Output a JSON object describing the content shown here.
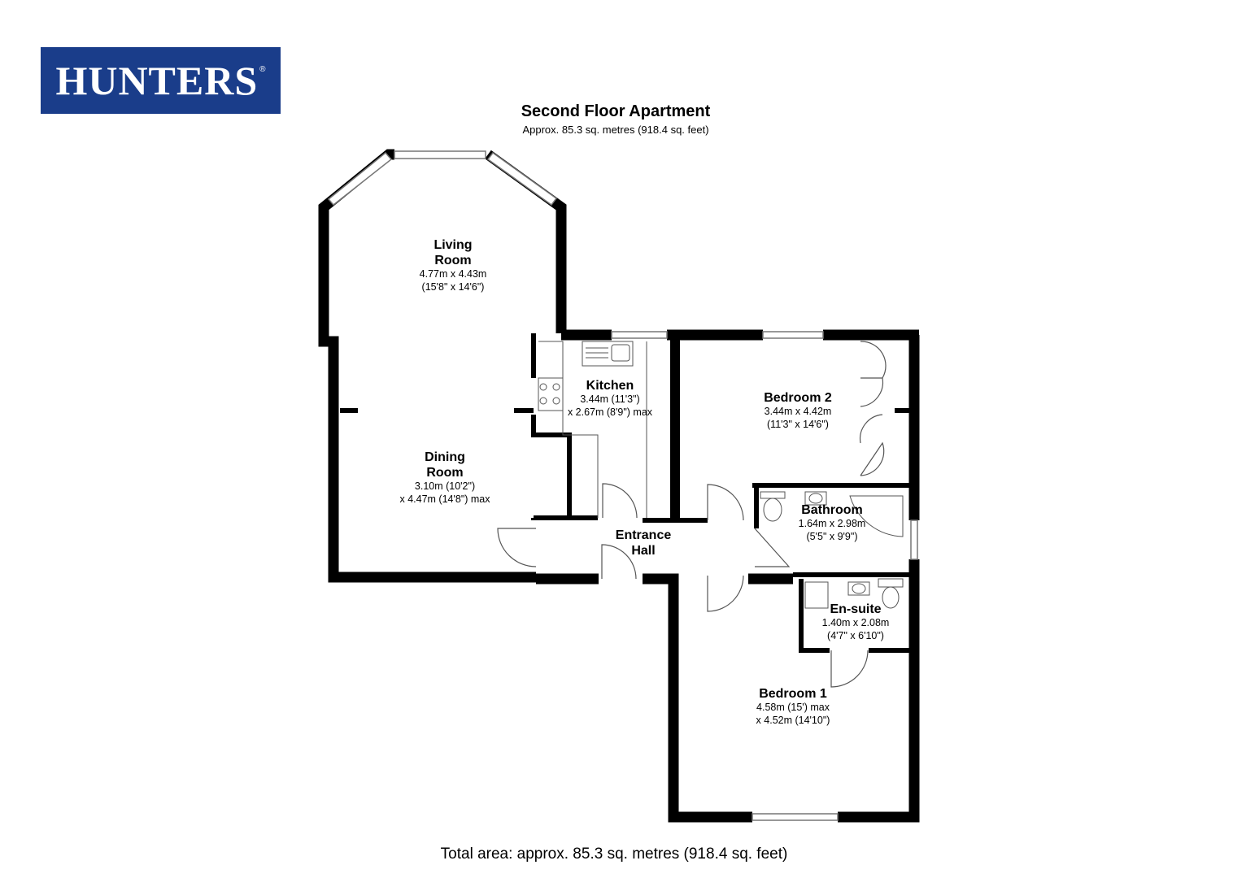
{
  "brand": {
    "logo_text": "HUNTERS",
    "registered_mark": "®",
    "logo_bg": "#1a3d8a"
  },
  "plan": {
    "title": "Second Floor Apartment",
    "subtitle": "Approx. 85.3 sq. metres (918.4 sq. feet)",
    "total_area": "Total area: approx. 85.3 sq. metres (918.4 sq. feet)"
  },
  "rooms": {
    "living": {
      "name_l1": "Living",
      "name_l2": "Room",
      "dim1": "4.77m x 4.43m",
      "dim2": "(15'8\" x 14'6\")"
    },
    "dining": {
      "name_l1": "Dining",
      "name_l2": "Room",
      "dim1": "3.10m (10'2\")",
      "dim2": "x 4.47m (14'8\") max"
    },
    "kitchen": {
      "name": "Kitchen",
      "dim1": "3.44m (11'3\")",
      "dim2": "x 2.67m (8'9\") max"
    },
    "bedroom2": {
      "name": "Bedroom 2",
      "dim1": "3.44m x 4.42m",
      "dim2": "(11'3\" x 14'6\")"
    },
    "bathroom": {
      "name": "Bathroom",
      "dim1": "1.64m x 2.98m",
      "dim2": "(5'5\" x 9'9\")"
    },
    "entrance": {
      "name_l1": "Entrance",
      "name_l2": "Hall"
    },
    "ensuite": {
      "name": "En-suite",
      "dim1": "1.40m x 2.08m",
      "dim2": "(4'7\" x 6'10\")"
    },
    "bedroom1": {
      "name": "Bedroom 1",
      "dim1": "4.58m (15') max",
      "dim2": "x 4.52m (14'10\")"
    }
  },
  "colors": {
    "wall": "#000000",
    "fixture": "#555555",
    "window": "#777777"
  }
}
